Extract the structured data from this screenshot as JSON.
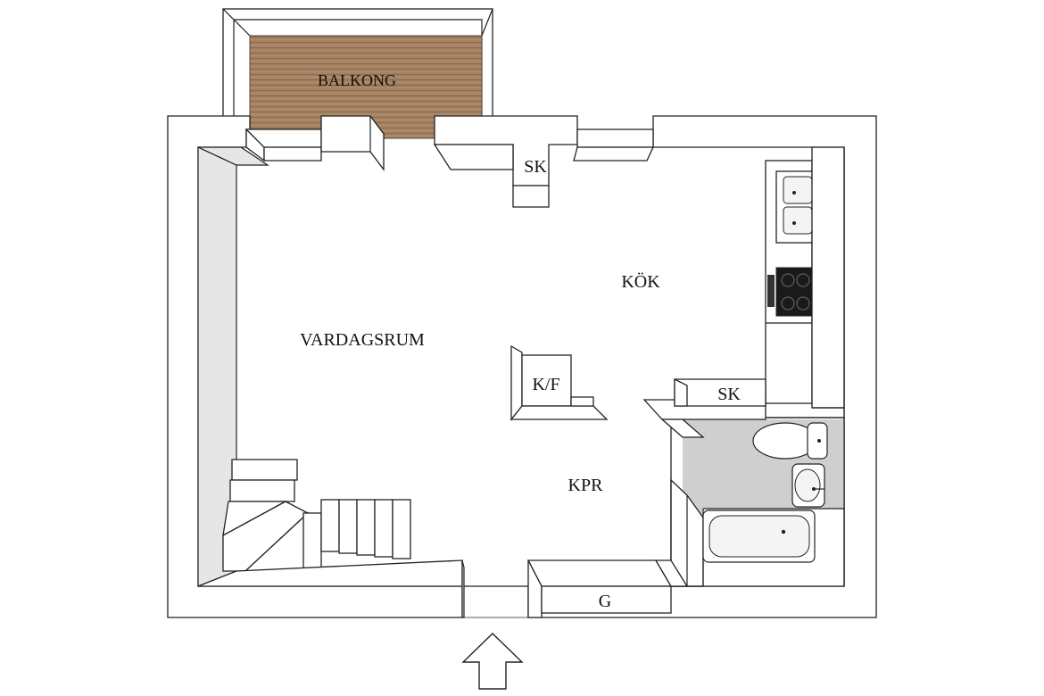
{
  "rooms": {
    "balcony": "BALKONG",
    "living": "VARDAGSRUM",
    "kitchen": "KÖK",
    "hall": "KPR",
    "fridge_freezer": "K/F",
    "closet_top": "SK",
    "closet_right": "SK",
    "wardrobe": "G"
  },
  "colors": {
    "wall": "#ffffff",
    "outline": "#222222",
    "balcony_wood": "#a07f60",
    "bathroom_floor": "#cfcfcf",
    "wall_shade": "#e6e6e6"
  },
  "icons": {
    "entrance": "arrow-up-icon",
    "sink": "double-sink-icon",
    "stove": "cooktop-icon",
    "toilet": "toilet-icon",
    "basin": "wash-basin-icon",
    "bathtub": "bathtub-icon",
    "stairs": "staircase-icon"
  }
}
